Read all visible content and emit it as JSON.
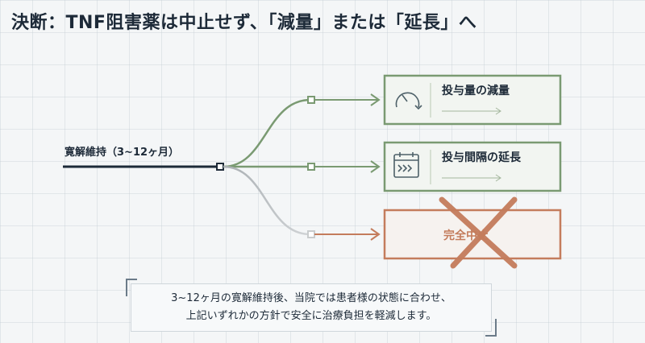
{
  "title": "決断：TNF阻害薬は中止せず、「減量」または「延長」へ",
  "origin": {
    "label": "寛解維持（3~12ヶ月）"
  },
  "options": [
    {
      "label": "投与量の減量",
      "icon": "dose-gauge-icon",
      "status": "recommended",
      "color": "#7a9a72"
    },
    {
      "label": "投与間隔の延長",
      "icon": "calendar-forward-icon",
      "status": "recommended",
      "color": "#7a9a72"
    },
    {
      "label": "完全中止",
      "icon": "cross-out-icon",
      "status": "rejected",
      "color": "#c47c5c"
    }
  ],
  "note": {
    "line1": "3~12ヶ月の寛解維持後、当院では患者様の状態に合わせ、",
    "line2": "上記いずれかの方針で安全に治療負担を軽減します。"
  },
  "colors": {
    "navy": "#1d2a38",
    "green": "#7a9a72",
    "terracotta": "#c47c5c"
  }
}
